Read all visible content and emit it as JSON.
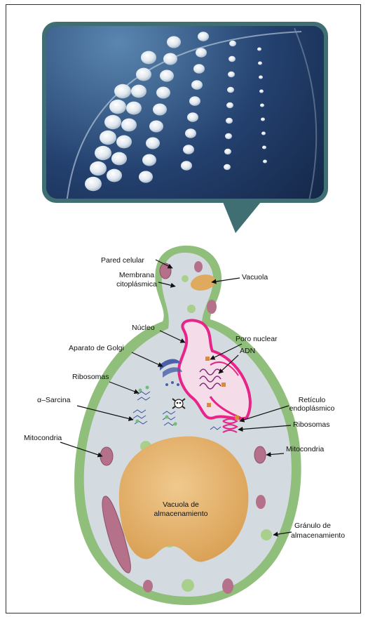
{
  "labels": {
    "pared_celular": "Pared celular",
    "membrana_1": "Membrana",
    "membrana_2": "citoplásmica",
    "vacuola": "Vacuola",
    "nucleo": "Núcleo",
    "poro_nuclear": "Poro nuclear",
    "adn": "ADN",
    "golgi": "Aparato de Golgi",
    "ribosomas_left": "Ribosomas",
    "sarcina": "α–Sarcina",
    "reticulo_1": "Retículo",
    "reticulo_2": "endoplásmico",
    "ribosomas_right": "Ribosomas",
    "mito_left": "Mitocondria",
    "mito_right": "Mitocondria",
    "vacuola_alm_1": "Vacuola de",
    "vacuola_alm_2": "almacenamiento",
    "granulo_1": "Gránulo de",
    "granulo_2": "almacenamiento"
  },
  "colors": {
    "cell_wall": "#8fbf7a",
    "cytoplasm": "#d3dbe0",
    "vacuole": "#e8b873",
    "nucleus_border": "#e8248a",
    "mitochondria": "#b5708a",
    "granule": "#a9cf8c",
    "screen_frame": "#3f6f73",
    "plate_bg": "#1a2e52"
  },
  "icons": {
    "toxin": "skull-crossbones-icon"
  }
}
